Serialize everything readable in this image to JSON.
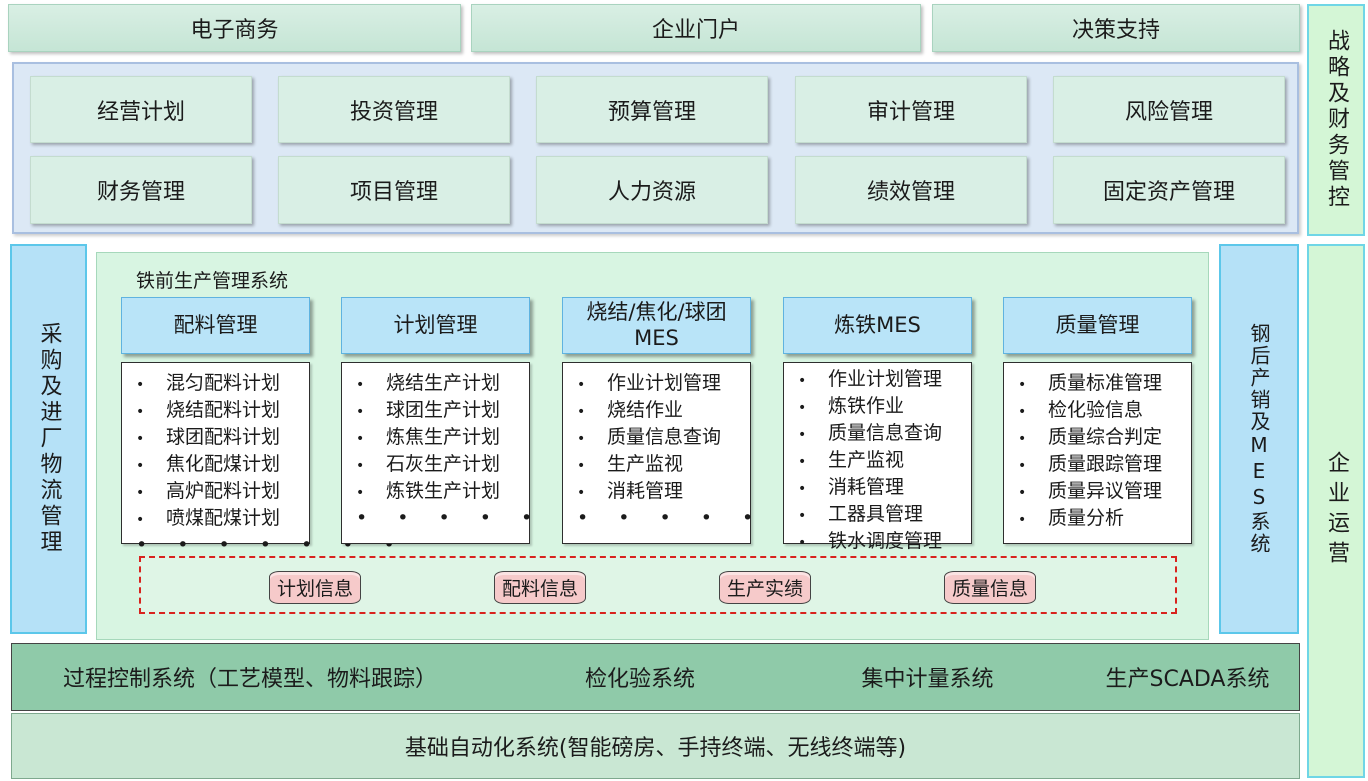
{
  "top_bar": [
    "电子商务",
    "企业门户",
    "决策支持"
  ],
  "strategy": {
    "label": "战略及财务管控",
    "row1": [
      "经营计划",
      "投资管理",
      "预算管理",
      "审计管理",
      "风险管理"
    ],
    "row2": [
      "财务管理",
      "项目管理",
      "人力资源",
      "绩效管理",
      "固定资产管理"
    ]
  },
  "left_label": "采购及进厂物流管理",
  "sales_label": "钢后产销及MES系统",
  "enterprise_label": "企业运营",
  "mes": {
    "title": "铁前生产管理系统",
    "modules": [
      {
        "header": "配料管理",
        "items": [
          "混匀配料计划",
          "烧结配料计划",
          "球团配料计划",
          "焦化配煤计划",
          "高炉配料计划",
          "喷煤配煤计划"
        ],
        "dots": "• • • • • • •"
      },
      {
        "header": "计划管理",
        "items": [
          "烧结生产计划",
          "球团生产计划",
          "炼焦生产计划",
          "石灰生产计划",
          "炼铁生产计划"
        ],
        "dots": "• • • • • • •"
      },
      {
        "header": "烧结/焦化/球团MES",
        "items": [
          "作业计划管理",
          "烧结作业",
          "质量信息查询",
          "生产监视",
          "消耗管理"
        ],
        "dots": "• • • • • • •"
      },
      {
        "header": "炼铁MES",
        "items": [
          "作业计划管理",
          "炼铁作业",
          "质量信息查询",
          "生产监视",
          "消耗管理",
          "工器具管理",
          "铁水调度管理"
        ],
        "dots": ""
      },
      {
        "header": "质量管理",
        "items": [
          "质量标准管理",
          "检化验信息",
          "质量综合判定",
          "质量跟踪管理",
          "质量异议管理",
          "质量分析"
        ],
        "dots": ""
      }
    ],
    "databases": [
      "计划信息",
      "配料信息",
      "生产实绩",
      "质量信息"
    ]
  },
  "process_systems": [
    "过程控制系统（工艺模型、物料跟踪）",
    "检化验系统",
    "集中计量系统",
    "生产SCADA系统"
  ],
  "basic_automation": "基础自动化系统(智能磅房、手持终端、无线终端等)",
  "colors": {
    "top_green": "#c5e5d5",
    "module_header": "#b9e4f8",
    "mes_bg": "#d8f5e2",
    "db_fill": "#f6caca",
    "dash_red": "#d8231e",
    "process_bar": "#8fcaa9"
  }
}
